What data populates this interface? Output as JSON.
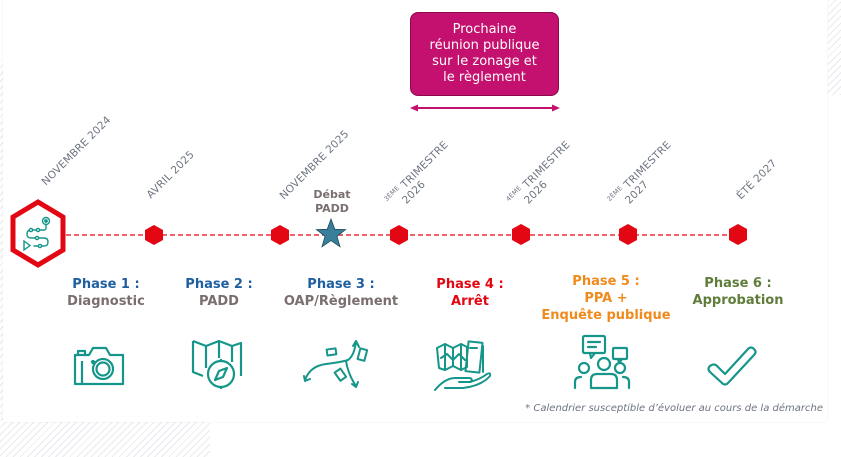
{
  "callout": {
    "lines": [
      "Prochaine",
      "réunion publique",
      "sur le zonage et",
      "le règlement"
    ],
    "color": "#c4106e"
  },
  "timeline": {
    "line_color": "#e30613",
    "milestones": [
      {
        "date": "NOVEMBRE 2024",
        "type": "start"
      },
      {
        "date": "AVRIL 2025",
        "type": "milestone"
      },
      {
        "date": "NOVEMBRE 2025",
        "type": "milestone"
      },
      {
        "date_sup": "3ÈME",
        "date": "TRIMESTRE",
        "date2": "2026",
        "type": "milestone"
      },
      {
        "date_sup": "4ÈME",
        "date": "TRIMESTRE",
        "date2": "2026",
        "type": "milestone"
      },
      {
        "date_sup": "2ÈME",
        "date": "TRIMESTRE",
        "date2": "2027",
        "type": "milestone"
      },
      {
        "date": "ÉTÉ 2027",
        "type": "milestone"
      }
    ],
    "event": {
      "line1": "Débat",
      "line2": "PADD",
      "marker": "star",
      "color": "#3a7f9a"
    }
  },
  "phases": [
    {
      "title": "Phase 1 :",
      "lines": [
        "Diagnostic"
      ],
      "title_color": "#1f5fa0",
      "text_color": "#7b6e6e",
      "icon": "camera-icon"
    },
    {
      "title": "Phase 2 :",
      "lines": [
        "PADD"
      ],
      "title_color": "#1f5fa0",
      "text_color": "#7b6e6e",
      "icon": "map-compass-icon"
    },
    {
      "title": "Phase 3 :",
      "lines": [
        "OAP/Règlement"
      ],
      "title_color": "#1f5fa0",
      "text_color": "#7b6e6e",
      "icon": "routes-arrows-icon"
    },
    {
      "title": "Phase 4 :",
      "lines": [
        "Arrêt"
      ],
      "title_color": "#e30613",
      "text_color": "#e30613",
      "icon": "hand-documents-icon"
    },
    {
      "title": "Phase 5 :",
      "lines": [
        "PPA +",
        "Enquête publique"
      ],
      "title_color": "#f08a1c",
      "text_color": "#f08a1c",
      "icon": "people-discussion-icon"
    },
    {
      "title": "Phase 6 :",
      "lines": [
        "Approbation"
      ],
      "title_color": "#5f7d3a",
      "text_color": "#5f7d3a",
      "icon": "checkmark-icon"
    }
  ],
  "footnote": "* Calendrier susceptible d’évoluer au cours de la démarche",
  "icon_color": "#16968a"
}
